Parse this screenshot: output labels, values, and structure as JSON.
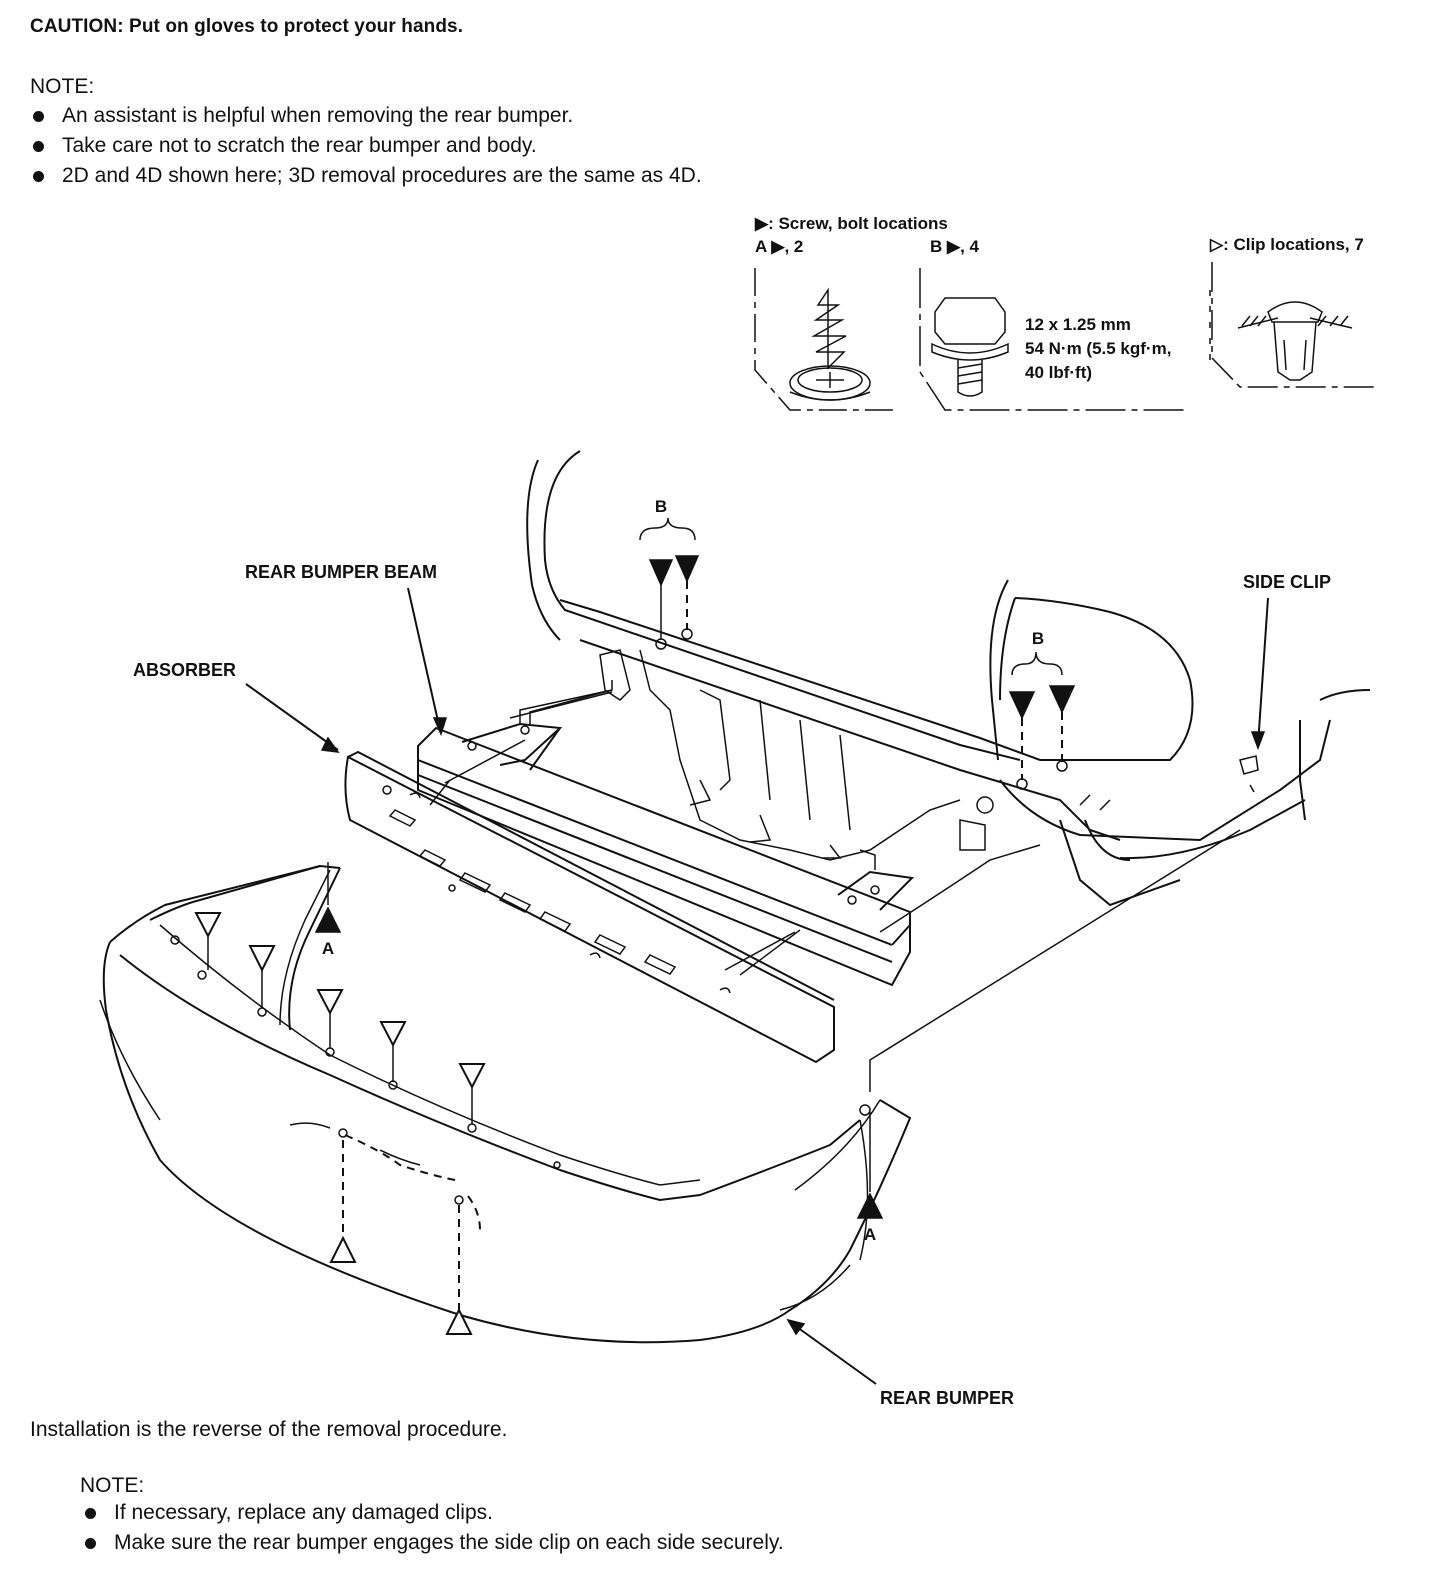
{
  "caution": "CAUTION:  Put on gloves to protect your hands.",
  "note1": {
    "label": "NOTE:",
    "items": [
      "An assistant is helpful when removing the rear bumper.",
      "Take care not to scratch the rear bumper and body.",
      "2D and 4D shown here; 3D removal procedures are the same as 4D."
    ]
  },
  "legend": {
    "screw_bolt_title": "▶: Screw, bolt locations",
    "a_label": "A ▶, 2",
    "b_label": "B ▶, 4",
    "clip_title": "▷: Clip locations, 7",
    "bolt_spec_1": "12 x 1.25 mm",
    "bolt_spec_2": "54 N·m (5.5 kgf·m,",
    "bolt_spec_3": "40 lbf·ft)"
  },
  "callouts": {
    "rear_bumper_beam": "REAR BUMPER BEAM",
    "absorber": "ABSORBER",
    "side_clip": "SIDE CLIP",
    "rear_bumper": "REAR BUMPER",
    "b": "B",
    "a": "A"
  },
  "installation": "Installation is the reverse of the removal procedure.",
  "note2": {
    "label": "NOTE:",
    "items": [
      "If necessary, replace any damaged clips.",
      "Make sure the rear bumper engages the side clip on each side securely."
    ]
  }
}
